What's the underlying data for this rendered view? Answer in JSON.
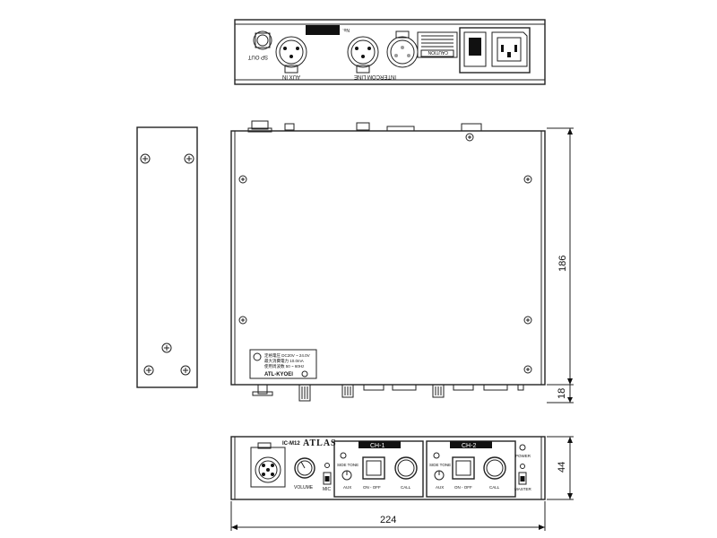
{
  "rear_panel": {
    "sp_out_label": "SP OUT",
    "aux_in_label": "AUX IN",
    "intercom_label": "INTERCOM LINE",
    "caution_label": "CAUTION",
    "serial_label": "No."
  },
  "bottom_view": {
    "spec_line_1": "定格電圧   DC20V ~ 24.0V",
    "spec_line_2": "最大消費電力   10.0mA",
    "spec_line_3": "使用周波数   50 ~ 60Hz",
    "brand_label": "ATL-KYOEI"
  },
  "front_panel": {
    "model": "IC-M12",
    "brand": "ATLAS",
    "volume_label": "VOLUME",
    "mic_label": "MIC",
    "power_label": "POWER",
    "master_label": "MASTER",
    "channels": [
      {
        "name": "CH-1",
        "side_tone": "SIDE TONE",
        "aux": "AUX",
        "on_off": "ON - OFF",
        "call": "CALL"
      },
      {
        "name": "CH-2",
        "side_tone": "SIDE TONE",
        "aux": "AUX",
        "on_off": "ON - OFF",
        "call": "CALL"
      }
    ]
  },
  "dimensions": {
    "width": "224",
    "depth": "186",
    "height_small": "18",
    "height_front": "44"
  }
}
